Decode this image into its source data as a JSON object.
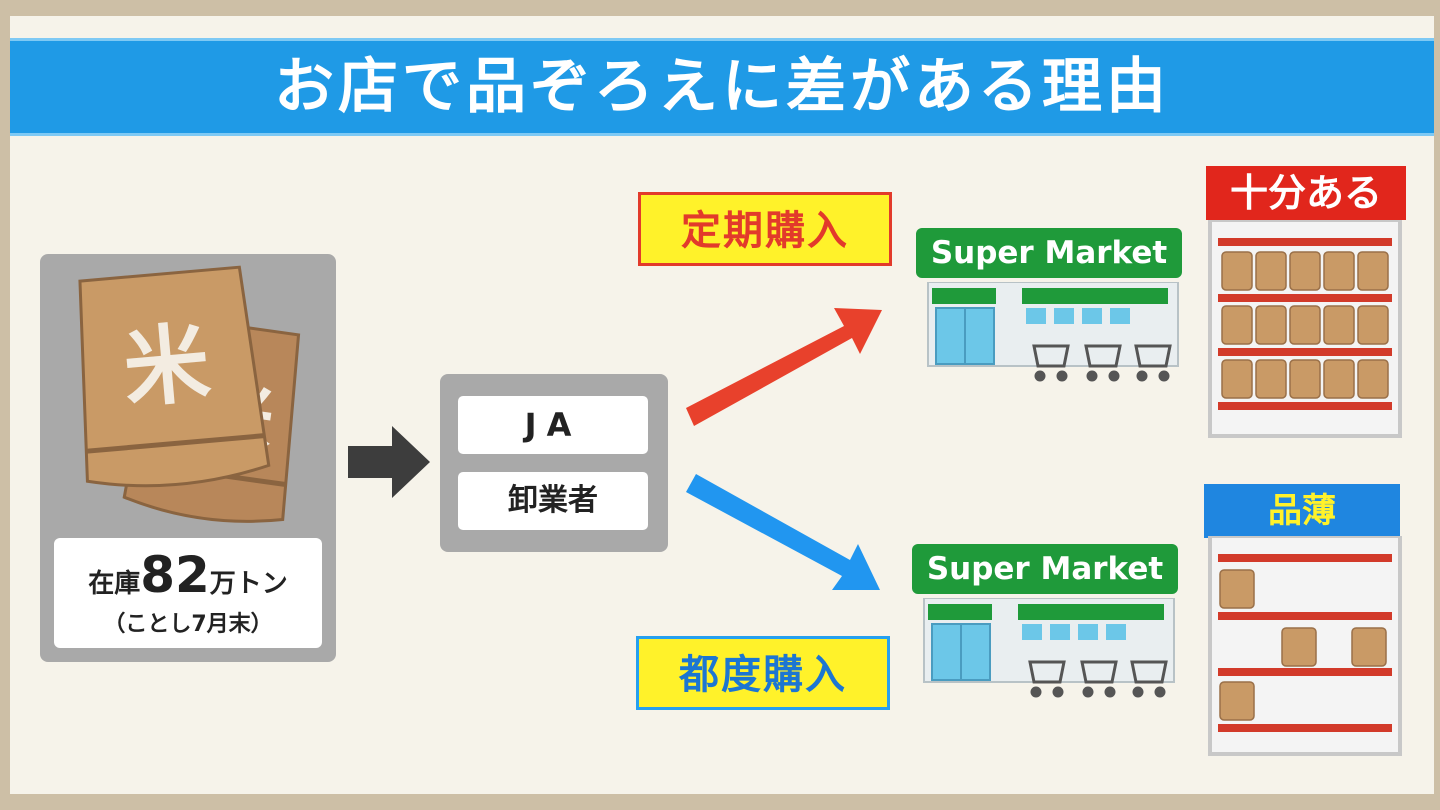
{
  "title": "お店で品ぞろえに差がある理由",
  "stock": {
    "prefix": "在庫",
    "amount": "82",
    "unit": "万トン",
    "note": "（ことし7月末）",
    "bag_char": "米"
  },
  "supplier": {
    "line1": "JA",
    "line2": "卸業者"
  },
  "routes": {
    "regular_label": "定期購入",
    "each_label": "都度購入"
  },
  "store": {
    "sign": "Super Market"
  },
  "shelves": {
    "full_label": "十分ある",
    "thin_label": "品薄"
  },
  "colors": {
    "title_bar": "#1f9ae6",
    "red_arrow": "#e8412c",
    "blue_arrow": "#2196f0",
    "store_green": "#1f9a3a",
    "label_yellow": "#fff22a"
  }
}
